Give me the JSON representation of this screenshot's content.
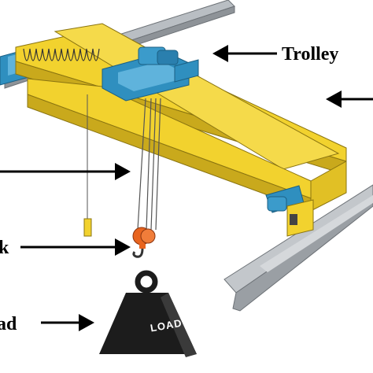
{
  "labels": {
    "trolley": "Trolley",
    "hook_partial": "k",
    "load_partial": "ad"
  },
  "weight": {
    "text": "LOAD"
  },
  "colors": {
    "girder_yellow": "#f2d22e",
    "girder_shade": "#c9a91c",
    "trolley_blue": "#2f8fbf",
    "hook_orange": "#e8641e",
    "rail_gray": "#a9aeb3",
    "weight_black": "#1c1c1c"
  },
  "icons": [
    "arrow-left-icon",
    "weight-icon",
    "hook-icon"
  ]
}
